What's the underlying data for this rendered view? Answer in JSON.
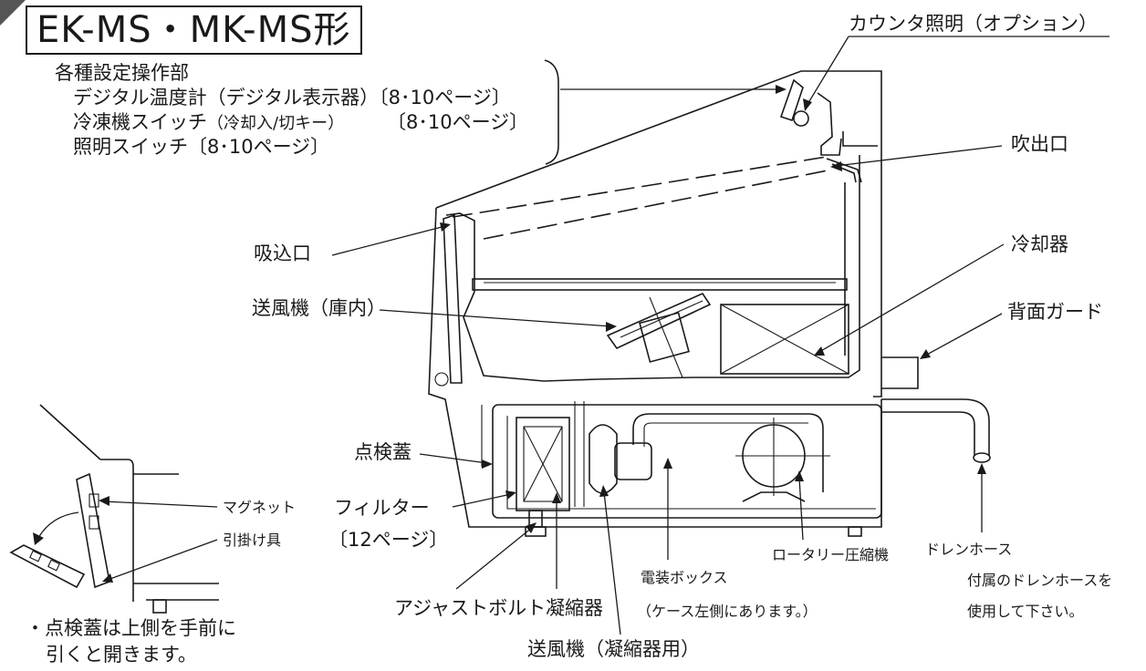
{
  "title": "EK-MS・MK-MS形",
  "settings": {
    "heading": "各種設定操作部",
    "line1": "デジタル温度計（デジタル表示器）〔8･10ページ〕",
    "line2_main": "冷凍機スイッチ",
    "line2_sub": "（冷却入/切キー）",
    "line2_page": "〔8･10ページ〕",
    "line3": "照明スイッチ〔8･10ページ〕"
  },
  "labels": {
    "counter_light": "カウンタ照明（オプション）",
    "outlet": "吹出口",
    "inlet": "吸込口",
    "cooler": "冷却器",
    "fan_inner": "送風機（庫内）",
    "back_guard": "背面ガード",
    "inspection_lid": "点検蓋",
    "filter": "フィルター",
    "filter_page": "〔12ページ〕",
    "magnet": "マグネット",
    "hook": "引掛け具",
    "adjust_bolt": "アジャストボルト",
    "condenser": "凝縮器",
    "electric_box": "電装ボックス",
    "electric_box_note": "（ケース左側にあります。）",
    "rotary_compressor": "ロータリー圧縮機",
    "drain_hose": "ドレンホース",
    "drain_note1": "付属のドレンホースを",
    "drain_note2": "使用して下さい。",
    "fan_condenser": "送風機（凝縮器用）",
    "lid_note1": "・点検蓋は上側を手前に",
    "lid_note2": "引くと開きます。"
  },
  "colors": {
    "ink": "#1a1a1a"
  }
}
